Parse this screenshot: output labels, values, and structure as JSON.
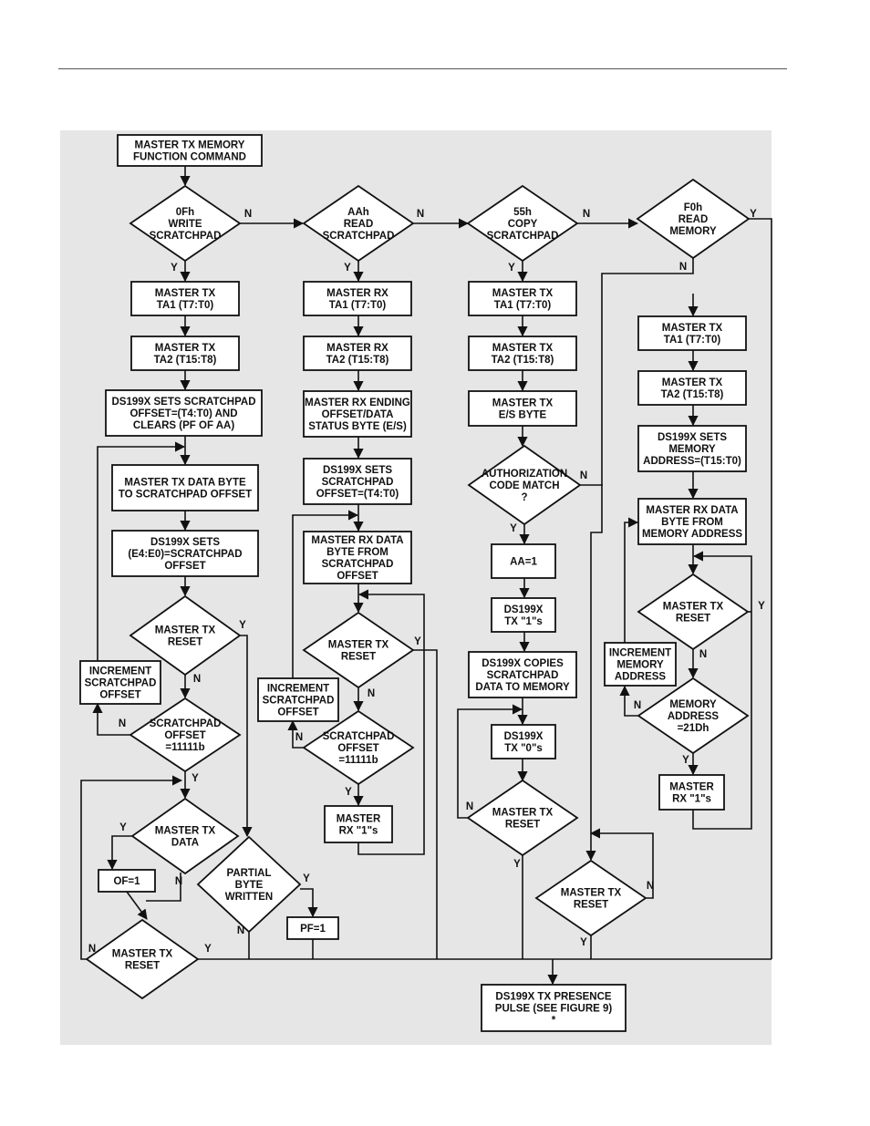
{
  "flowchart": {
    "start": [
      "MASTER TX MEMORY",
      "FUNCTION COMMAND"
    ],
    "write_branch": {
      "decision": [
        "0Fh",
        "WRITE",
        "SCRATCHPAD"
      ],
      "tx_ta1": [
        "MASTER TX",
        "TA1 (T7:T0)"
      ],
      "tx_ta2": [
        "MASTER TX",
        "TA2 (T15:T8)"
      ],
      "sets_offset": [
        "DS199X SETS SCRATCHPAD",
        "OFFSET=(T4:T0) AND",
        "CLEARS (PF OF AA)"
      ],
      "tx_data": [
        "MASTER TX DATA BYTE",
        "TO SCRATCHPAD OFFSET"
      ],
      "sets_e": [
        "DS199X SETS",
        "(E4:E0)=SCRATCHPAD",
        "OFFSET"
      ],
      "reset_decision": [
        "MASTER TX",
        "RESET"
      ],
      "increment": [
        "INCREMENT",
        "SCRATCHPAD",
        "OFFSET"
      ],
      "offset_decision": [
        "SCRATCHPAD",
        "OFFSET",
        "=11111b"
      ],
      "data_decision": [
        "MASTER TX",
        "DATA"
      ],
      "of_box": [
        "OF=1"
      ],
      "partial_decision": [
        "PARTIAL",
        "BYTE",
        "WRITTEN"
      ],
      "pf_box": [
        "PF=1"
      ],
      "reset_decision_2": [
        "MASTER TX",
        "RESET"
      ]
    },
    "read_branch": {
      "decision": [
        "AAh",
        "READ",
        "SCRATCHPAD"
      ],
      "rx_ta1": [
        "MASTER RX",
        "TA1 (T7:T0)"
      ],
      "rx_ta2": [
        "MASTER RX",
        "TA2 (T15:T8)"
      ],
      "rx_ending": [
        "MASTER RX ENDING",
        "OFFSET/DATA",
        "STATUS BYTE (E/S)"
      ],
      "sets_offset": [
        "DS199X SETS",
        "SCRATCHPAD",
        "OFFSET=(T4:T0)"
      ],
      "rx_data": [
        "MASTER RX DATA",
        "BYTE FROM",
        "SCRATCHPAD",
        "OFFSET"
      ],
      "reset_decision": [
        "MASTER TX",
        "RESET"
      ],
      "increment": [
        "INCREMENT",
        "SCRATCHPAD",
        "OFFSET"
      ],
      "offset_decision": [
        "SCRATCHPAD",
        "OFFSET",
        "=11111b"
      ],
      "rx_ones": [
        "MASTER",
        "RX \"1\"s"
      ]
    },
    "copy_branch": {
      "decision": [
        "55h",
        "COPY",
        "SCRATCHPAD"
      ],
      "tx_ta1": [
        "MASTER TX",
        "TA1 (T7:T0)"
      ],
      "tx_ta2": [
        "MASTER TX",
        "TA2 (T15:T8)"
      ],
      "tx_es": [
        "MASTER TX",
        "E/S BYTE"
      ],
      "auth_decision": [
        "AUTHORIZATION",
        "CODE MATCH",
        "?"
      ],
      "aa_box": [
        "AA=1"
      ],
      "tx_ones": [
        "DS199X",
        "TX \"1\"s"
      ],
      "copies": [
        "DS199X COPIES",
        "SCRATCHPAD",
        "DATA TO MEMORY"
      ],
      "tx_zeros": [
        "DS199X",
        "TX \"0\"s"
      ],
      "reset_decision": [
        "MASTER TX",
        "RESET"
      ]
    },
    "memory_branch": {
      "decision": [
        "F0h",
        "READ",
        "MEMORY"
      ],
      "tx_ta1": [
        "MASTER TX",
        "TA1 (T7:T0)"
      ],
      "tx_ta2": [
        "MASTER TX",
        "TA2 (T15:T8)"
      ],
      "sets_address": [
        "DS199X SETS",
        "MEMORY",
        "ADDRESS=(T15:T0)"
      ],
      "rx_data": [
        "MASTER RX DATA",
        "BYTE FROM",
        "MEMORY ADDRESS"
      ],
      "reset_decision": [
        "MASTER TX",
        "RESET"
      ],
      "increment": [
        "INCREMENT",
        "MEMORY",
        "ADDRESS"
      ],
      "address_decision": [
        "MEMORY",
        "ADDRESS",
        "=21Dh"
      ],
      "rx_ones": [
        "MASTER",
        "RX \"1\"s"
      ]
    },
    "common_reset_decision": [
      "MASTER TX",
      "RESET"
    ],
    "end": [
      "DS199X TX PRESENCE",
      "PULSE (SEE FIGURE 9)",
      "*"
    ]
  },
  "branch_labels": {
    "yes": "Y",
    "no": "N"
  }
}
